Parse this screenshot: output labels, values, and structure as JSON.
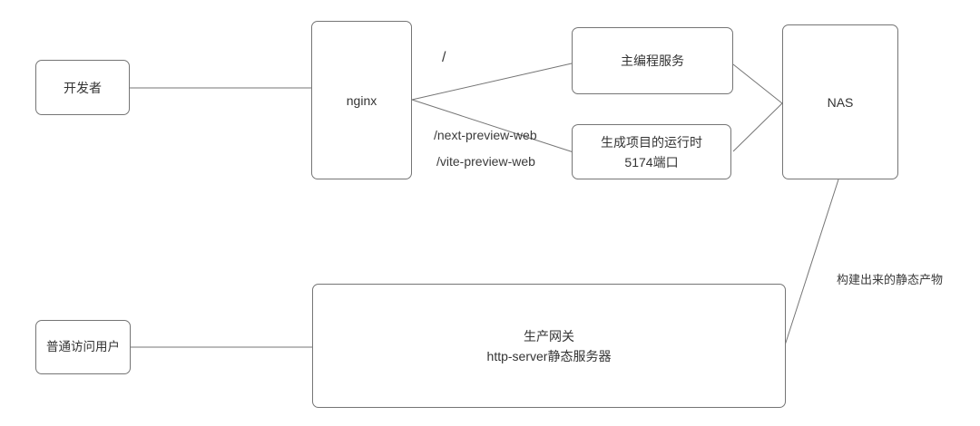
{
  "diagram": {
    "background": "#ffffff",
    "stroke_color": "#757575",
    "text_color": "#333333",
    "nodes": {
      "developer": {
        "label": "开发者"
      },
      "nginx": {
        "label": "nginx"
      },
      "main_service": {
        "label": "主编程服务"
      },
      "runtime": {
        "line1": "生成项目的运行时",
        "line2": "5174端口"
      },
      "nas": {
        "label": "NAS"
      },
      "gateway": {
        "line1": "生产网关",
        "line2": "http-server静态服务器"
      },
      "user": {
        "label": "普通访问用户"
      }
    },
    "edge_labels": {
      "root_path": "/",
      "next_preview_path": "/next-preview-web",
      "vite_preview_path": "/vite-preview-web",
      "static_artifact": "构建出来的静态产物"
    }
  }
}
